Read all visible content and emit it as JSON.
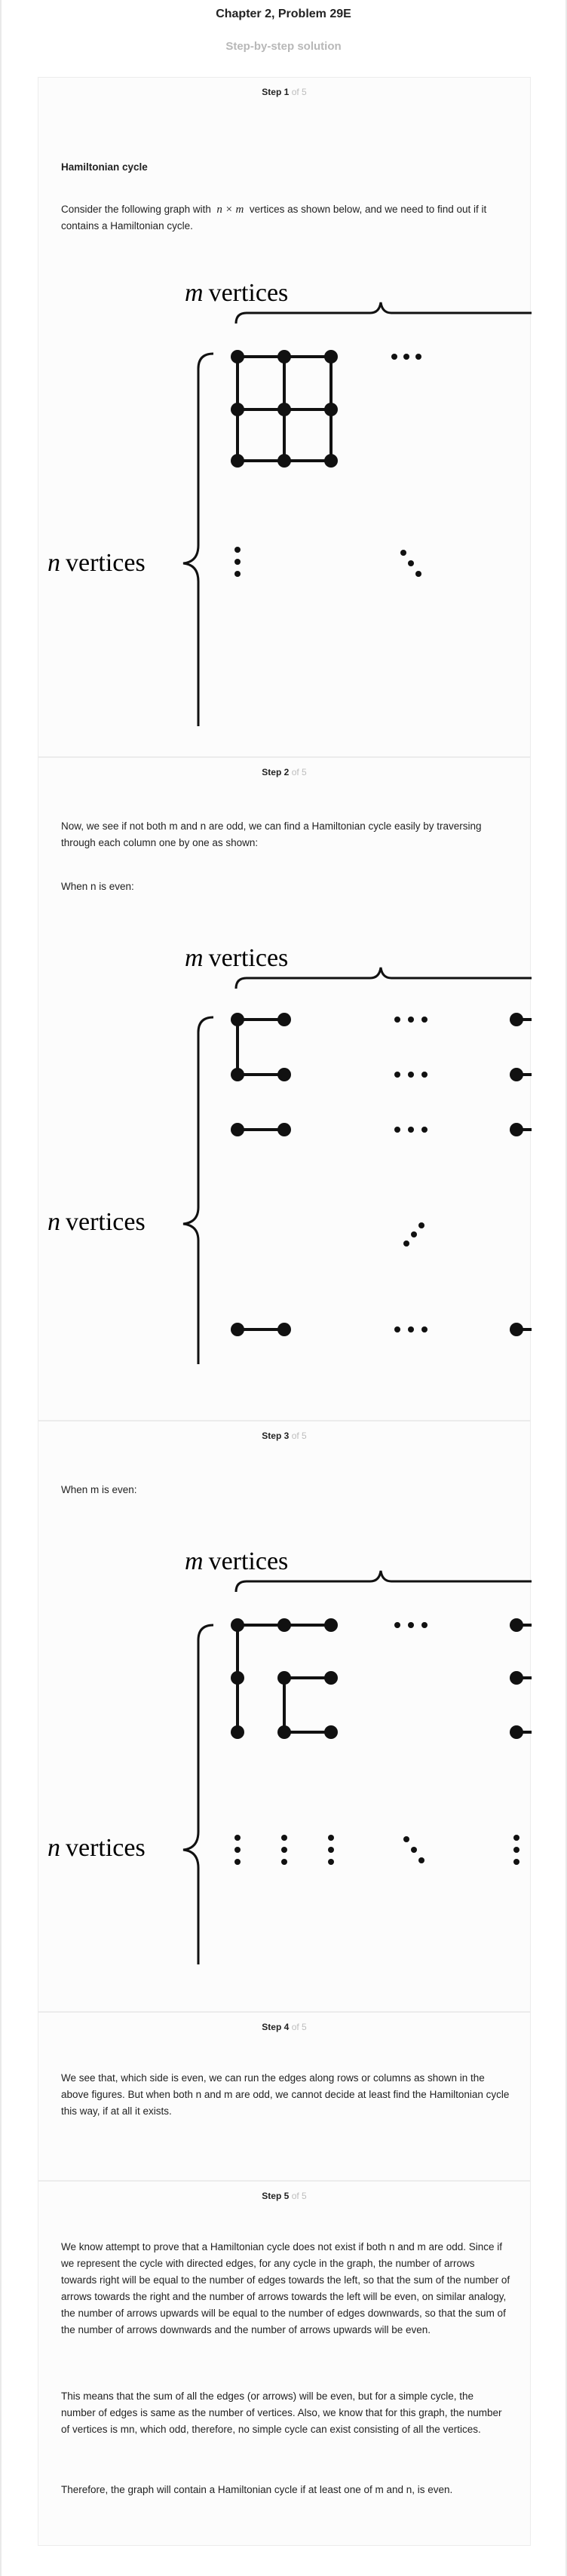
{
  "header": {
    "title": "Chapter 2, Problem 29E",
    "subtitle": "Step-by-step solution"
  },
  "step_word": "Step",
  "of_total": "of 5",
  "steps": [
    {
      "number": "1",
      "heading": "Hamiltonian cycle",
      "text_a": "Consider the following graph with",
      "math_a": "n × m",
      "text_b": "vertices as shown below, and we need to find out if it contains a Hamiltonian cycle.",
      "figure": {
        "top_label": "m vertices",
        "side_label": "n vertices"
      }
    },
    {
      "number": "2",
      "p1": "Now, we see if not both m and n are odd, we can find a Hamiltonian cycle easily by traversing through each column one by one as shown:",
      "p2": "When n is even:",
      "figure": {
        "top_label": "m vertices",
        "side_label": "n vertices"
      }
    },
    {
      "number": "3",
      "p1": "When m is even:",
      "figure": {
        "top_label": "m vertices",
        "side_label": "n vertices"
      }
    },
    {
      "number": "4",
      "p1": "We see that, which side is even, we can run the edges along rows or columns as shown in the above figures. But when both n and m are odd, we cannot decide at least find the Hamiltonian cycle this way, if at all it exists."
    },
    {
      "number": "5",
      "p1": "We know attempt to prove that a Hamiltonian cycle does not exist if both n and m are odd. Since if we represent the cycle with directed edges, for any cycle in the graph, the number of arrows towards right will be equal to the number of edges towards the left, so that the sum of the number of arrows towards the right and the number of arrows towards the left will be even, on similar analogy, the number of arrows upwards will be equal to the number of edges downwards, so that the sum of the number of arrows downwards and the number of arrows upwards will be even.",
      "p2": "This means that the sum of all the edges (or arrows) will be even, but for a simple cycle, the number of edges is same as the number of vertices. Also, we know that for this graph, the number of vertices is mn, which odd, therefore, no simple cycle can exist consisting of all the vertices.",
      "p3": "Therefore, the graph will contain a Hamiltonian cycle if at least one of m and n, is even."
    }
  ]
}
